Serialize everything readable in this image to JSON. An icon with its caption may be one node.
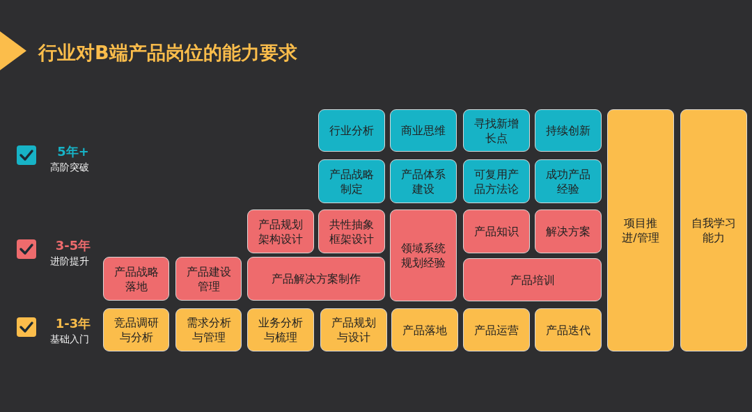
{
  "diagram": {
    "title": "行业对B端产品岗位的能力要求",
    "nodes": [
      {
        "text": [
          "行业分析"
        ]
      },
      {
        "text": [
          "商业思维"
        ]
      },
      {
        "text": [
          "寻找新增长点"
        ]
      },
      {
        "text": [
          "持续创新"
        ]
      },
      {
        "text": [
          "产品战略制定"
        ]
      },
      {
        "text": [
          "产品体系建设"
        ]
      },
      {
        "text": [
          "可复用产品方法论"
        ]
      },
      {
        "text": [
          "成功产品经验"
        ]
      },
      {
        "text": [
          "项目推进/管理"
        ]
      },
      {
        "text": [
          "自我学习能力"
        ]
      },
      {
        "text": [
          "产品规划架构设计"
        ]
      },
      {
        "text": [
          "共性抽象框架设计"
        ]
      },
      {
        "text": [
          "领域系统规划经验"
        ]
      },
      {
        "text": [
          "产品知识"
        ]
      },
      {
        "text": [
          "解决方案"
        ]
      },
      {
        "text": [
          "产品战略落地"
        ]
      },
      {
        "text": [
          "产品建设管理"
        ]
      },
      {
        "text": [
          "产品解决方案制作"
        ]
      },
      {
        "text": [
          "产品培训"
        ]
      },
      {
        "text": [
          "竞品调研与分析"
        ]
      },
      {
        "text": [
          "需求分析与管理"
        ]
      },
      {
        "text": [
          "业务分析与梳理"
        ]
      },
      {
        "text": [
          "产品规划与设计"
        ]
      },
      {
        "text": [
          "产品落地"
        ]
      },
      {
        "text": [
          "产品运营"
        ]
      },
      {
        "text": [
          "产品迭代"
        ]
      }
    ],
    "labels": [
      "5年+",
      "高阶突破",
      "3-5年",
      "进阶提升",
      "1-3年",
      "基础入门"
    ]
  }
}
